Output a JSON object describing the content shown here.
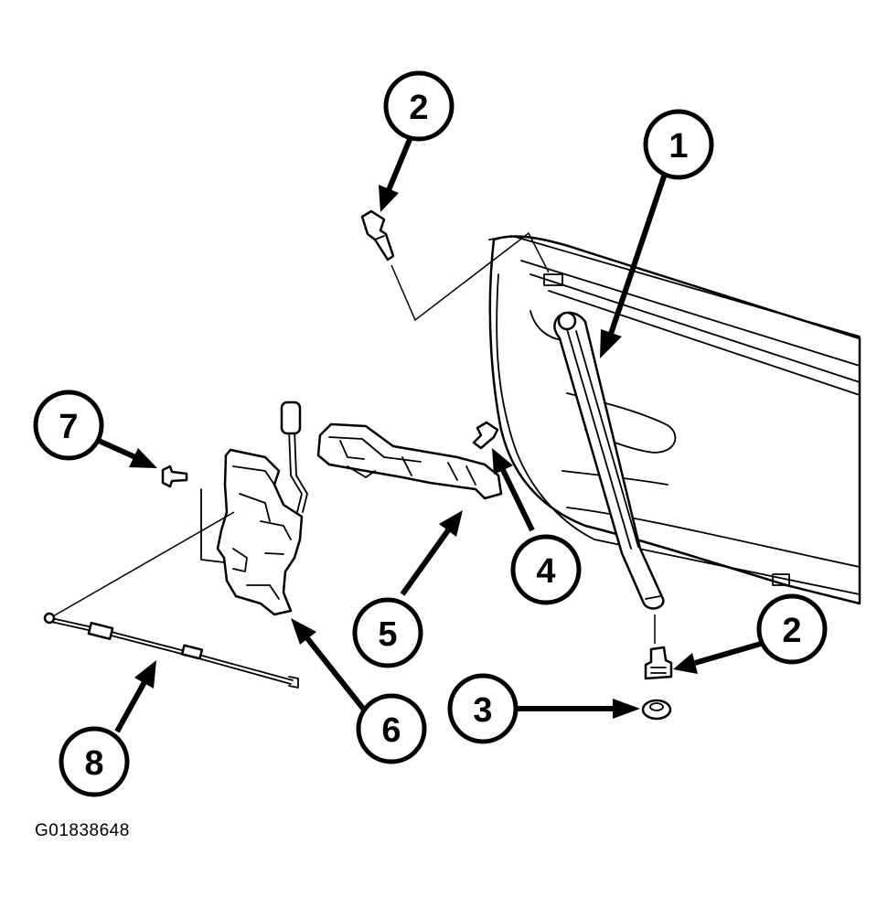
{
  "figure_id": "G01838648",
  "callouts": [
    {
      "id": "callout-1",
      "label": "1"
    },
    {
      "id": "callout-2-top",
      "label": "2"
    },
    {
      "id": "callout-2-right",
      "label": "2"
    },
    {
      "id": "callout-3",
      "label": "3"
    },
    {
      "id": "callout-4",
      "label": "4"
    },
    {
      "id": "callout-5",
      "label": "5"
    },
    {
      "id": "callout-6",
      "label": "6"
    },
    {
      "id": "callout-7",
      "label": "7"
    },
    {
      "id": "callout-8",
      "label": "8"
    }
  ]
}
